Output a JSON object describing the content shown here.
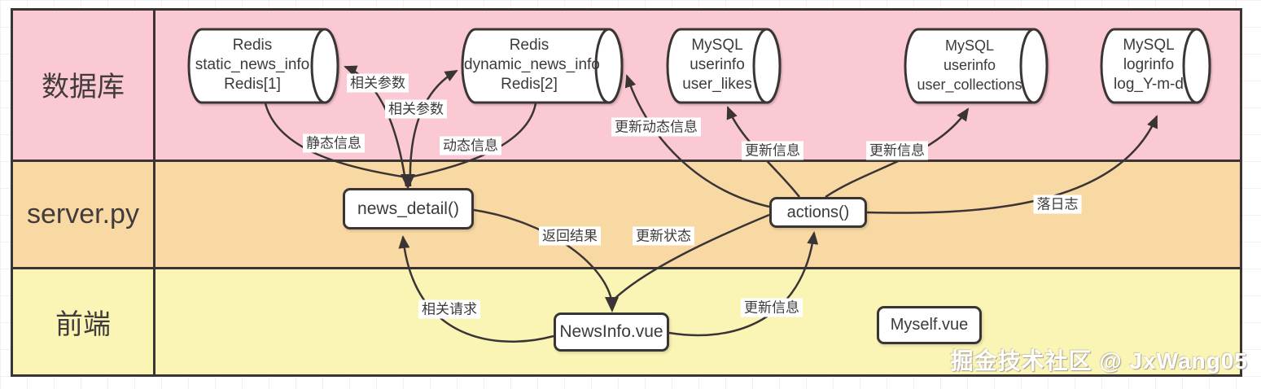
{
  "watermark": "掘金技术社区 @ JxWang05",
  "layers": {
    "database": {
      "label": "数据库"
    },
    "server": {
      "label": "server.py"
    },
    "frontend": {
      "label": "前端"
    }
  },
  "nodes": {
    "redis_static": {
      "lines": [
        "Redis",
        "static_news_info",
        "Redis[1]"
      ]
    },
    "redis_dynamic": {
      "lines": [
        "Redis",
        "dynamic_news_info",
        "Redis[2]"
      ]
    },
    "mysql_user_likes": {
      "lines": [
        "MySQL",
        "userinfo",
        "user_likes"
      ]
    },
    "mysql_user_collections": {
      "lines": [
        "MySQL",
        "userinfo",
        "user_collections"
      ]
    },
    "mysql_log": {
      "lines": [
        "MySQL",
        "logrinfo",
        "log_Y-m-d"
      ]
    },
    "news_detail": {
      "label": "news_detail()"
    },
    "actions": {
      "label": "actions()"
    },
    "newsinfo_vue": {
      "label": "NewsInfo.vue"
    },
    "myself_vue": {
      "label": "Myself.vue"
    }
  },
  "edges": {
    "related_params_1": {
      "label": "相关参数"
    },
    "related_params_2": {
      "label": "相关参数"
    },
    "static_info": {
      "label": "静态信息"
    },
    "dynamic_info": {
      "label": "动态信息"
    },
    "update_dynamic_info": {
      "label": "更新动态信息"
    },
    "update_info_likes": {
      "label": "更新信息"
    },
    "update_info_collections": {
      "label": "更新信息"
    },
    "write_log": {
      "label": "落日志"
    },
    "return_result": {
      "label": "返回结果"
    },
    "update_status": {
      "label": "更新状态"
    },
    "related_request": {
      "label": "相关请求"
    },
    "update_info_to_actions": {
      "label": "更新信息"
    }
  },
  "colors": {
    "database_band": "#fbc9d3",
    "server_band": "#f8d8a3",
    "frontend_band": "#faf5b5",
    "stroke": "#3a3534",
    "node_fill": "#ffffff"
  }
}
